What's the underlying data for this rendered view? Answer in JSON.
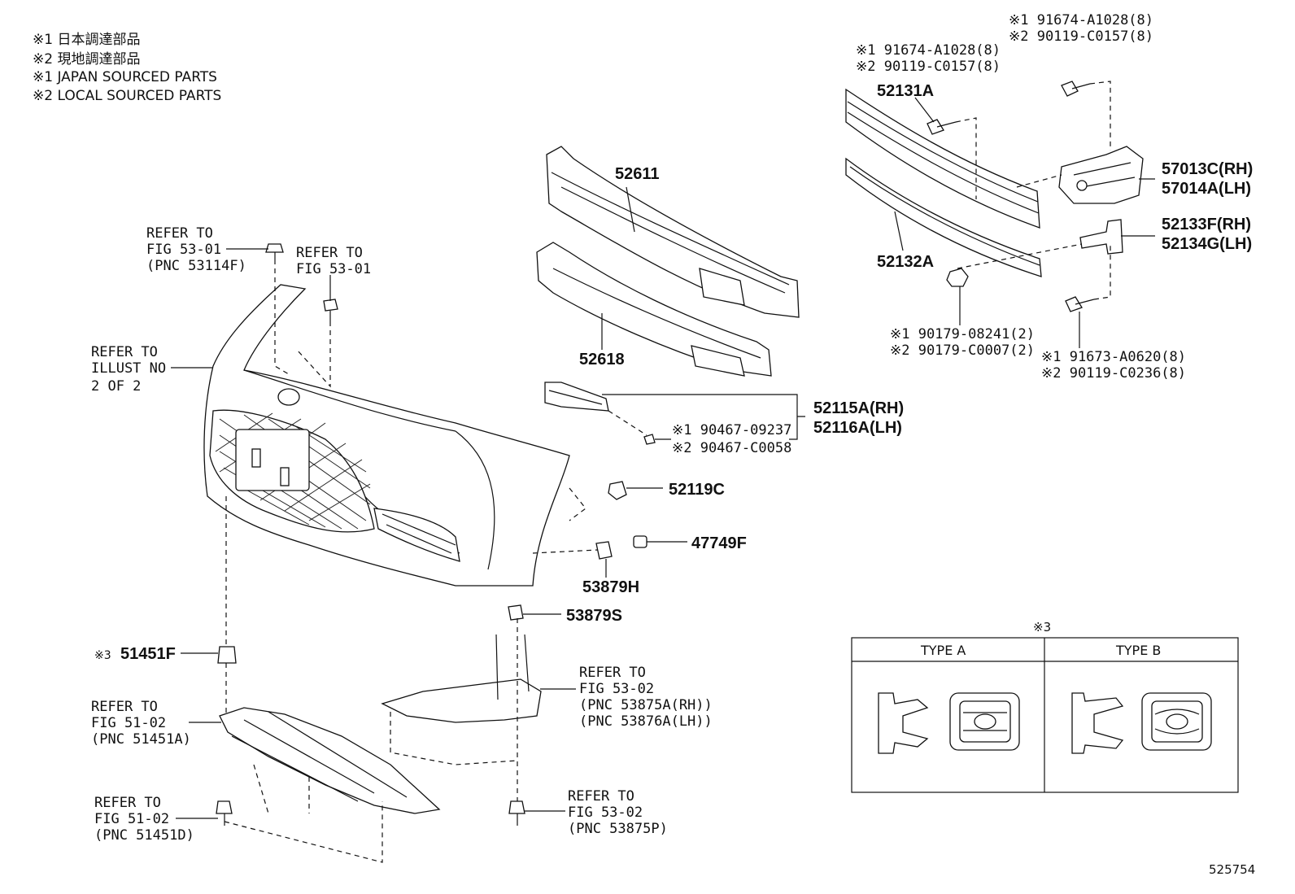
{
  "legend": [
    "※1 日本調達部品",
    "※2 現地調達部品",
    "※1 JAPAN SOURCED PARTS",
    "※2 LOCAL SOURCED PARTS"
  ],
  "callouts": {
    "refer_53_01_a": [
      "REFER TO",
      "FIG 53-01",
      "(PNC 53114F)"
    ],
    "refer_53_01_b": [
      "REFER TO",
      "FIG 53-01"
    ],
    "refer_illust": [
      "REFER TO",
      "ILLUST NO",
      "2 OF 2"
    ],
    "p52611": "52611",
    "p52618": "52618",
    "p52131a": "52131A",
    "p52132a": "52132A",
    "p57013c": "57013C(RH)",
    "p57014a": "57014A(LH)",
    "p52133f": "52133F(RH)",
    "p52134g": "52134G(LH)",
    "bolt_top_right": [
      "※1 91674-A1028(8)",
      "※2 90119-C0157(8)"
    ],
    "bolt_top_left": [
      "※1 91674-A1028(8)",
      "※2 90119-C0157(8)"
    ],
    "nut_90179": [
      "※1 90179-08241(2)",
      "※2 90179-C0007(2)"
    ],
    "bolt_91673": [
      "※1 91673-A0620(8)",
      "※2 90119-C0236(8)"
    ],
    "p52115a": "52115A(RH)",
    "p52116a": "52116A(LH)",
    "screw_90467": [
      "※1 90467-09237",
      "※2 90467-C0058"
    ],
    "p52119c": "52119C",
    "p47749f": "47749F",
    "p53879h": "53879H",
    "p53879s": "53879S",
    "p51451f_mark": "※3",
    "p51451f": "51451F",
    "refer_53_02_a": [
      "REFER TO",
      "FIG 53-02",
      "(PNC 53875A(RH))",
      "(PNC 53876A(LH))"
    ],
    "refer_51_02_a": [
      "REFER TO",
      "FIG 51-02",
      "(PNC 51451A)"
    ],
    "refer_51_02_b": [
      "REFER TO",
      "FIG 51-02",
      "(PNC 51451D)"
    ],
    "refer_53_02_b": [
      "REFER TO",
      "FIG 53-02",
      "(PNC 53875P)"
    ]
  },
  "type_table": {
    "mark": "※3",
    "type_a": "TYPE A",
    "type_b": "TYPE B"
  },
  "figure_id": "525754"
}
